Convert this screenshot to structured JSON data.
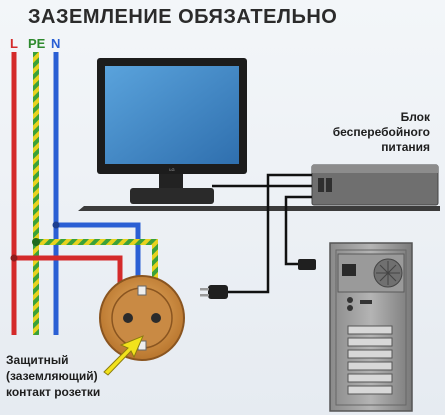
{
  "title": "ЗАЗЕМЛЕНИЕ ОБЯЗАТЕЛЬНО",
  "wires": [
    {
      "label": "L",
      "color": "#d42a2a"
    },
    {
      "label": "PE",
      "color": "#3aa13a"
    },
    {
      "label": "N",
      "color": "#2a5fd4"
    }
  ],
  "ups_label": {
    "line1": "Блок",
    "line2": "бесперебойного",
    "line3": "питания"
  },
  "contact_label": {
    "line1": "Защитный",
    "line2": "(заземляющий)",
    "line3": "контакт розетки"
  },
  "monitor_brand": "LG",
  "colors": {
    "earth_yellow": "#e8d21e",
    "earth_green": "#3aa13a",
    "socket_orange": "#d99a4c",
    "arrow_yellow": "#f2e21c",
    "screen_blue": "#3f86c6"
  }
}
